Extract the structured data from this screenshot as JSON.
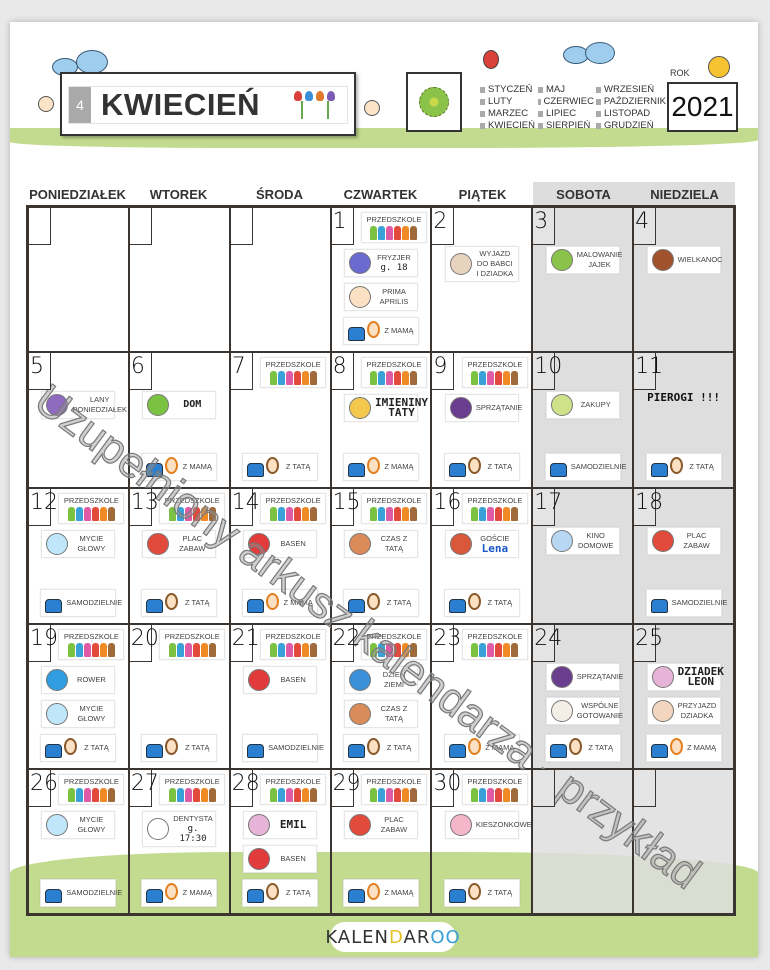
{
  "header": {
    "month_number": "4",
    "month_name": "KWIECIEŃ",
    "year_label": "ROK",
    "year": "2021",
    "months": [
      "STYCZEŃ",
      "MAJ",
      "WRZESIEŃ",
      "LUTY",
      "CZERWIEC",
      "PAŹDZIERNIK",
      "MARZEC",
      "LIPIEC",
      "LISTOPAD",
      "KWIECIEŃ",
      "SIERPIEŃ",
      "GRUDZIEŃ"
    ]
  },
  "weekdays": [
    "PONIEDZIAŁEK",
    "WTOREK",
    "ŚRODA",
    "CZWARTEK",
    "PIĄTEK",
    "SOBOTA",
    "NIEDZIELA"
  ],
  "watermark": "Uzupełniony arkusz kalendarza - przykład",
  "logo": "KALENDAROO",
  "colors": {
    "grass": "#c3db8e",
    "weekend": "#dedede",
    "grid": "#3a3530"
  },
  "weeks": [
    [
      {
        "day": ""
      },
      {
        "day": ""
      },
      {
        "day": ""
      },
      {
        "day": "1",
        "cards": [
          {
            "type": "przedszkole",
            "label": "PRZEDSZKOLE"
          },
          {
            "label": "FRYZJER",
            "note": "g. 18",
            "icon": "scissors"
          },
          {
            "label": "PRIMA APRILIS",
            "icon": "boy-face"
          },
          {
            "type": "transport",
            "label": "Z MAMĄ",
            "parent": "mom"
          }
        ]
      },
      {
        "day": "2",
        "cards": [
          {
            "label": "WYJAZD DO BABCI I DZIADKA",
            "icon": "grandparents"
          }
        ]
      },
      {
        "day": "3",
        "cards": [
          {
            "label": "MALOWANIE JAJEK",
            "icon": "easter-egg"
          }
        ]
      },
      {
        "day": "4",
        "cards": [
          {
            "label": "WIELKANOC",
            "icon": "basket"
          }
        ]
      }
    ],
    [
      {
        "day": "5",
        "cards": [
          {
            "label": "LANY PONIEDZIAŁEK",
            "icon": "water-jug"
          }
        ]
      },
      {
        "day": "6",
        "cards": [
          {
            "label": "DOM",
            "icon": "car",
            "style": "bold"
          },
          {
            "type": "transport",
            "label": "Z MAMĄ",
            "parent": "mom"
          }
        ]
      },
      {
        "day": "7",
        "cards": [
          {
            "type": "przedszkole",
            "label": "PRZEDSZKOLE"
          },
          {
            "type": "transport",
            "label": "Z TATĄ",
            "parent": "dad"
          }
        ]
      },
      {
        "day": "8",
        "cards": [
          {
            "type": "przedszkole",
            "label": "PRZEDSZKOLE"
          },
          {
            "label": "IMIENINY TATY",
            "icon": "party",
            "style": "hand"
          },
          {
            "type": "transport",
            "label": "Z MAMĄ",
            "parent": "mom"
          }
        ]
      },
      {
        "day": "9",
        "cards": [
          {
            "type": "przedszkole",
            "label": "PRZEDSZKOLE"
          },
          {
            "label": "SPRZĄTANIE",
            "icon": "vacuum"
          },
          {
            "type": "transport",
            "label": "Z TATĄ",
            "parent": "dad"
          }
        ]
      },
      {
        "day": "10",
        "cards": [
          {
            "label": "ZAKUPY",
            "icon": "cart"
          },
          {
            "type": "transport",
            "label": "SAMODZIELNIE",
            "parent": "none"
          }
        ]
      },
      {
        "day": "11",
        "cards": [
          {
            "type": "plain",
            "label": "PIEROGI !!!"
          },
          {
            "type": "transport",
            "label": "Z TATĄ",
            "parent": "dad"
          }
        ]
      }
    ],
    [
      {
        "day": "12",
        "cards": [
          {
            "type": "przedszkole",
            "label": "PRZEDSZKOLE"
          },
          {
            "label": "MYCIE GŁOWY",
            "icon": "hair-wash"
          },
          {
            "type": "transport",
            "label": "SAMODZIELNIE",
            "parent": "none"
          }
        ]
      },
      {
        "day": "13",
        "cards": [
          {
            "type": "przedszkole",
            "label": "PRZEDSZKOLE"
          },
          {
            "label": "PLAC ZABAW",
            "icon": "seesaw"
          },
          {
            "type": "transport",
            "label": "Z TATĄ",
            "parent": "dad"
          }
        ]
      },
      {
        "day": "14",
        "cards": [
          {
            "type": "przedszkole",
            "label": "PRZEDSZKOLE"
          },
          {
            "label": "BASEN",
            "icon": "lifebuoy"
          },
          {
            "type": "transport",
            "label": "Z MAMĄ",
            "parent": "mom"
          }
        ]
      },
      {
        "day": "15",
        "cards": [
          {
            "type": "przedszkole",
            "label": "PRZEDSZKOLE"
          },
          {
            "label": "CZAS Z TATĄ",
            "icon": "family"
          },
          {
            "type": "transport",
            "label": "Z TATĄ",
            "parent": "dad"
          }
        ]
      },
      {
        "day": "16",
        "cards": [
          {
            "type": "przedszkole",
            "label": "PRZEDSZKOLE"
          },
          {
            "label": "GOŚCIE",
            "note": "Lena",
            "note_style": "blue",
            "icon": "door"
          },
          {
            "type": "transport",
            "label": "Z TATĄ",
            "parent": "dad"
          }
        ]
      },
      {
        "day": "17",
        "cards": [
          {
            "label": "KINO DOMOWE",
            "icon": "tv"
          }
        ]
      },
      {
        "day": "18",
        "cards": [
          {
            "label": "PLAC ZABAW",
            "icon": "seesaw"
          },
          {
            "type": "transport",
            "label": "SAMODZIELNIE",
            "parent": "none"
          }
        ]
      }
    ],
    [
      {
        "day": "19",
        "cards": [
          {
            "type": "przedszkole",
            "label": "PRZEDSZKOLE"
          },
          {
            "label": "ROWER",
            "icon": "bicycle"
          },
          {
            "label": "MYCIE GŁOWY",
            "icon": "hair-wash"
          },
          {
            "type": "transport",
            "label": "Z TATĄ",
            "parent": "dad"
          }
        ]
      },
      {
        "day": "20",
        "cards": [
          {
            "type": "przedszkole",
            "label": "PRZEDSZKOLE"
          },
          {
            "type": "transport",
            "label": "Z TATĄ",
            "parent": "dad"
          }
        ]
      },
      {
        "day": "21",
        "cards": [
          {
            "type": "przedszkole",
            "label": "PRZEDSZKOLE"
          },
          {
            "label": "BASEN",
            "icon": "lifebuoy"
          },
          {
            "type": "transport",
            "label": "SAMODZIELNIE",
            "parent": "none"
          }
        ]
      },
      {
        "day": "22",
        "cards": [
          {
            "type": "przedszkole",
            "label": "PRZEDSZKOLE"
          },
          {
            "label": "DZIEŃ ZIEMI",
            "icon": "globe"
          },
          {
            "label": "CZAS Z TATĄ",
            "icon": "family"
          },
          {
            "type": "transport",
            "label": "Z TATĄ",
            "parent": "dad"
          }
        ]
      },
      {
        "day": "23",
        "cards": [
          {
            "type": "przedszkole",
            "label": "PRZEDSZKOLE"
          },
          {
            "type": "transport",
            "label": "Z MAMĄ",
            "parent": "mom"
          }
        ]
      },
      {
        "day": "24",
        "cards": [
          {
            "label": "SPRZĄTANIE",
            "icon": "vacuum"
          },
          {
            "label": "WSPÓLNE GOTOWANIE",
            "icon": "chefs"
          },
          {
            "type": "transport",
            "label": "Z TATĄ",
            "parent": "dad"
          }
        ]
      },
      {
        "day": "25",
        "cards": [
          {
            "label": "DZIADEK LEON",
            "icon": "cake",
            "style": "hand"
          },
          {
            "label": "PRZYJAZD DZIADKA",
            "icon": "grandpa"
          },
          {
            "type": "transport",
            "label": "Z MAMĄ",
            "parent": "mom"
          }
        ]
      }
    ],
    [
      {
        "day": "26",
        "cards": [
          {
            "type": "przedszkole",
            "label": "PRZEDSZKOLE"
          },
          {
            "label": "MYCIE GŁOWY",
            "icon": "hair-wash"
          },
          {
            "type": "transport",
            "label": "SAMODZIELNIE",
            "parent": "none"
          }
        ]
      },
      {
        "day": "27",
        "cards": [
          {
            "type": "przedszkole",
            "label": "PRZEDSZKOLE"
          },
          {
            "label": "DENTYSTA",
            "note": "g. 17:30",
            "icon": "tooth"
          },
          {
            "type": "transport",
            "label": "Z MAMĄ",
            "parent": "mom"
          }
        ]
      },
      {
        "day": "28",
        "cards": [
          {
            "type": "przedszkole",
            "label": "PRZEDSZKOLE"
          },
          {
            "label": "EMIL",
            "icon": "cake",
            "style": "hand"
          },
          {
            "label": "BASEN",
            "icon": "lifebuoy"
          },
          {
            "type": "transport",
            "label": "Z TATĄ",
            "parent": "dad"
          }
        ]
      },
      {
        "day": "29",
        "cards": [
          {
            "type": "przedszkole",
            "label": "PRZEDSZKOLE"
          },
          {
            "label": "PLAC ZABAW",
            "icon": "seesaw"
          },
          {
            "type": "transport",
            "label": "Z MAMĄ",
            "parent": "mom"
          }
        ]
      },
      {
        "day": "30",
        "cards": [
          {
            "type": "przedszkole",
            "label": "PRZEDSZKOLE"
          },
          {
            "label": "KIESZONKOWE",
            "icon": "piggy-bank"
          },
          {
            "type": "transport",
            "label": "Z TATĄ",
            "parent": "dad"
          }
        ]
      },
      {
        "day": ""
      },
      {
        "day": ""
      }
    ]
  ]
}
